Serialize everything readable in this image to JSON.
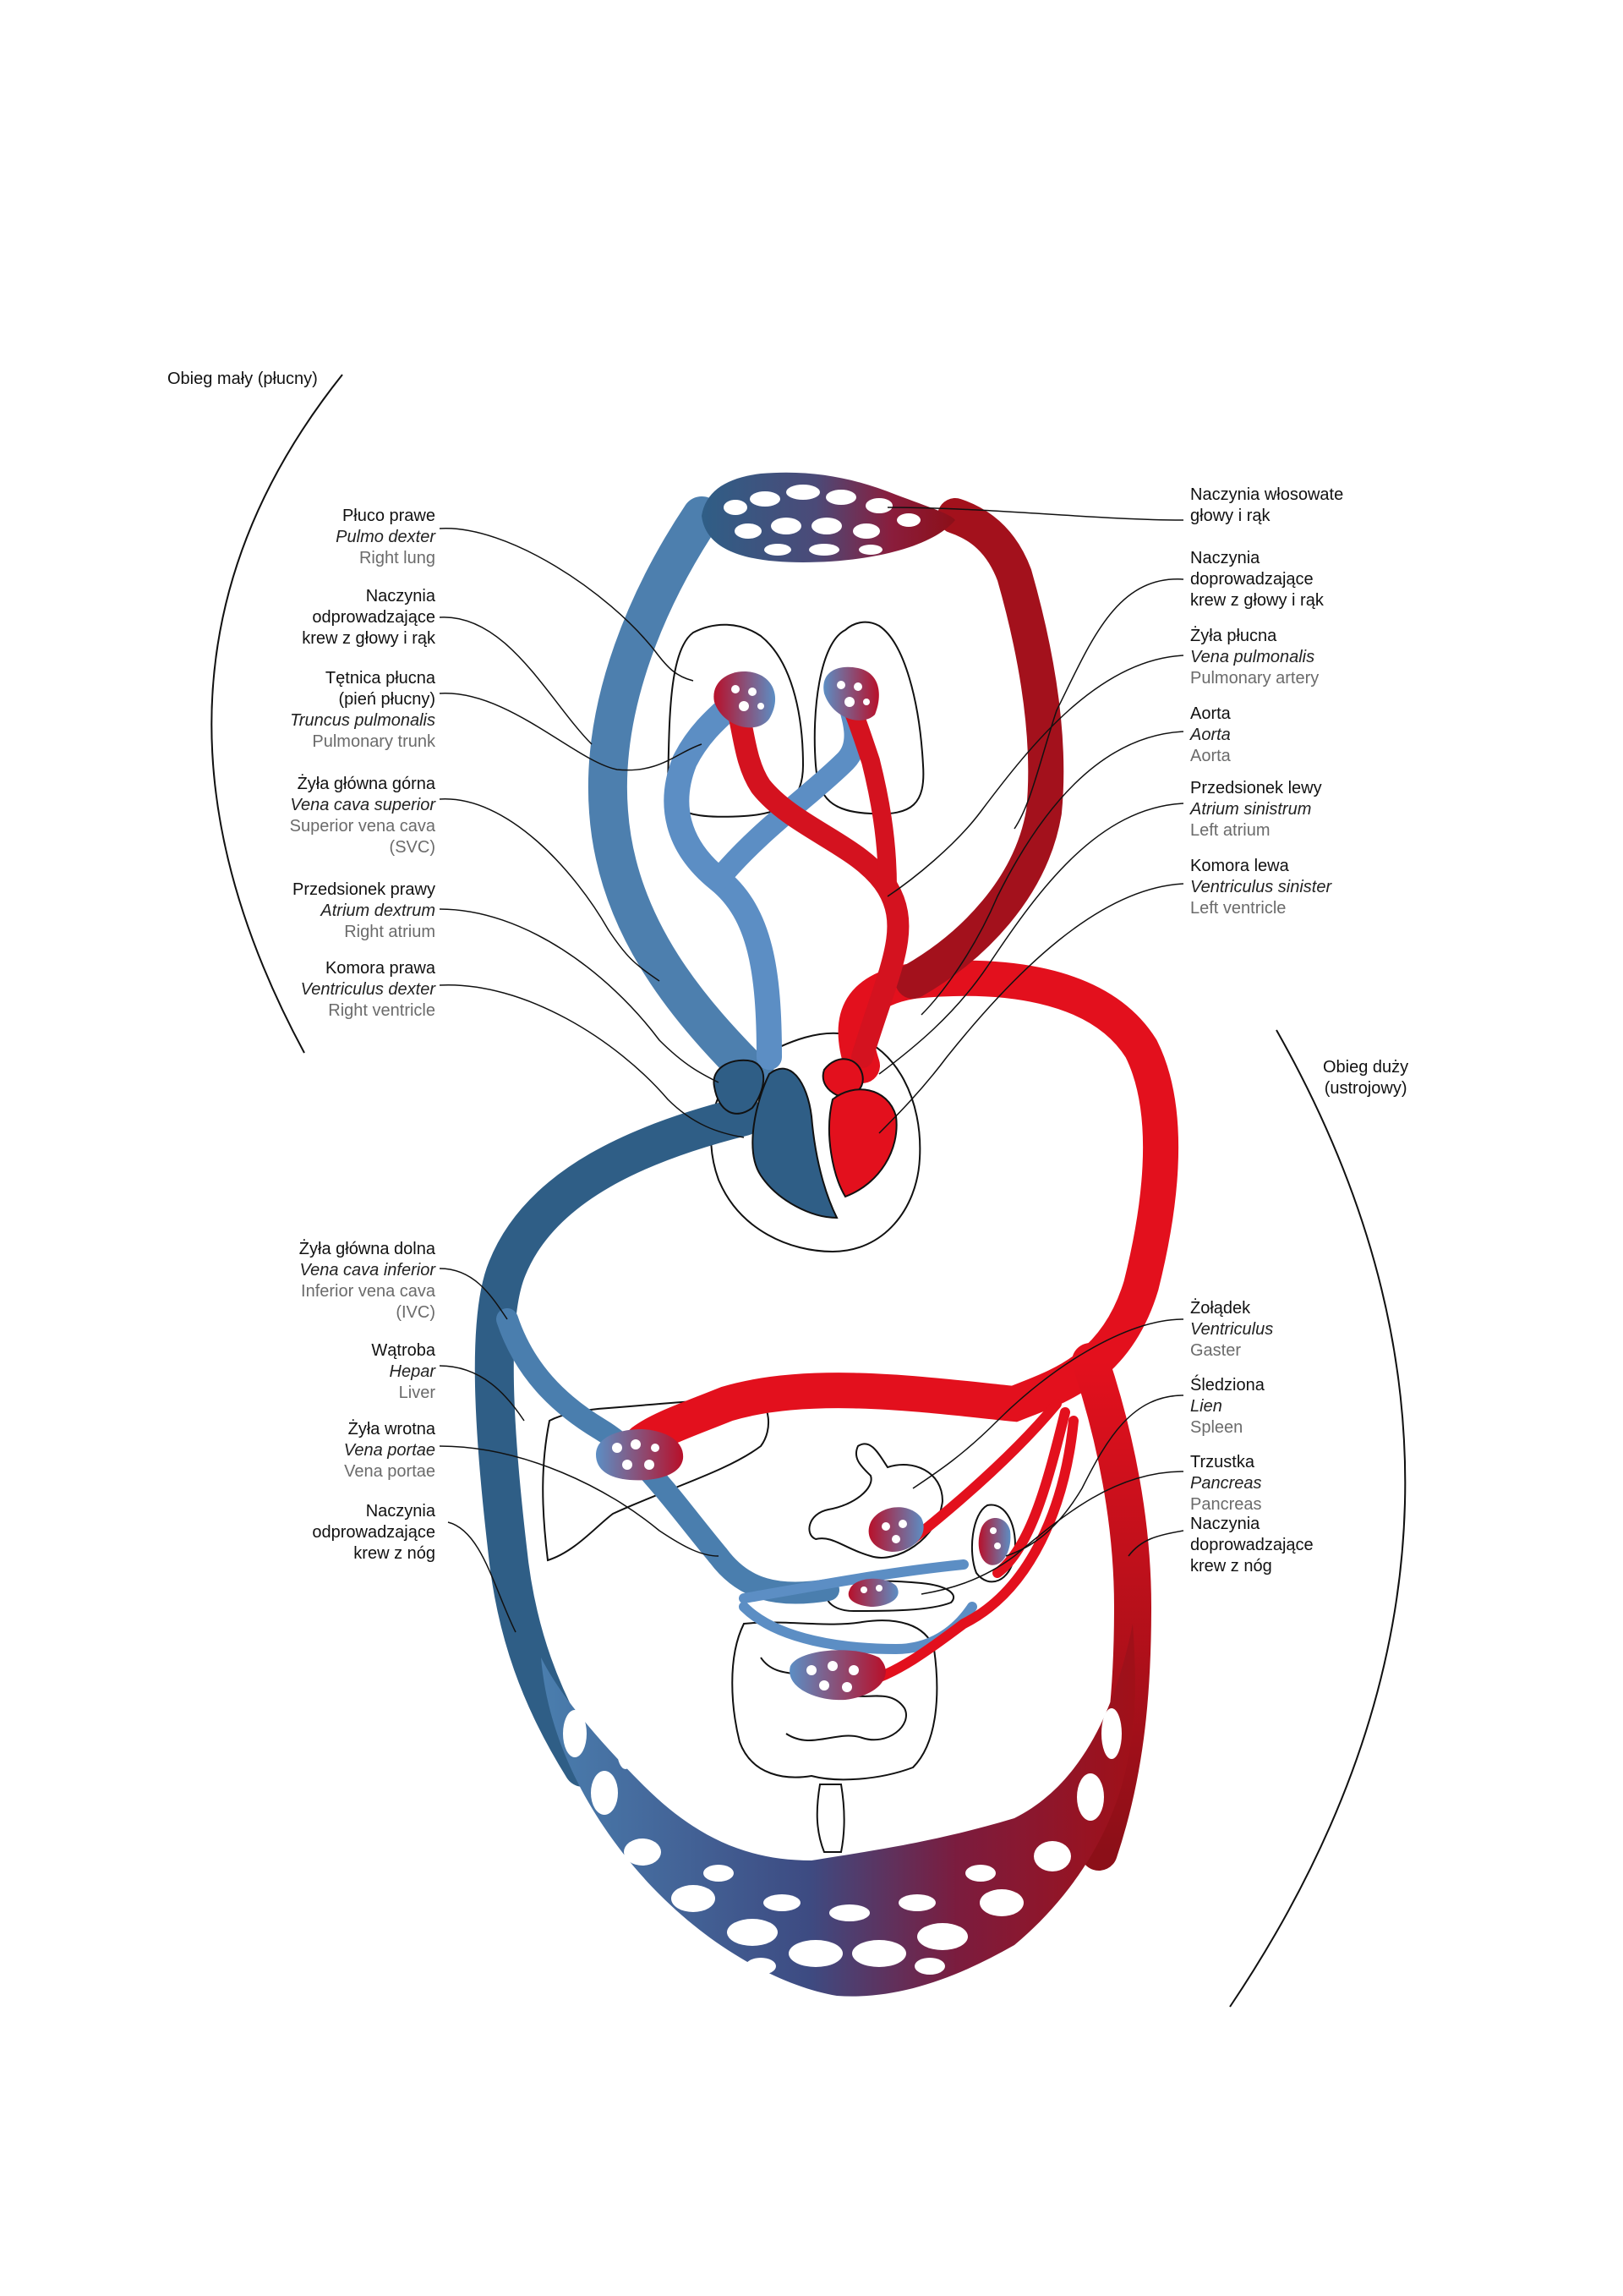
{
  "circuits": {
    "pulmonary": "Obieg mały (płucny)",
    "systemic": [
      "Obieg duży",
      "(ustrojowy)"
    ]
  },
  "labels_left": [
    {
      "id": "right-lung",
      "pl": [
        "Płuco prawe"
      ],
      "la": "Pulmo dexter",
      "en": [
        "Right lung"
      ]
    },
    {
      "id": "head-veins",
      "pl": [
        "Naczynia",
        "odprowadzające",
        "krew z głowy i rąk"
      ],
      "la": "",
      "en": []
    },
    {
      "id": "pulmonary-trunk",
      "pl": [
        "Tętnica płucna",
        "(pień płucny)"
      ],
      "la": "Truncus pulmonalis",
      "en": [
        "Pulmonary trunk"
      ]
    },
    {
      "id": "svc",
      "pl": [
        "Żyła główna górna"
      ],
      "la": "Vena cava superior",
      "en": [
        "Superior vena cava",
        "(SVC)"
      ]
    },
    {
      "id": "right-atrium",
      "pl": [
        "Przedsionek prawy"
      ],
      "la": "Atrium dextrum",
      "en": [
        "Right atrium"
      ]
    },
    {
      "id": "right-ventricle",
      "pl": [
        "Komora prawa"
      ],
      "la": "Ventriculus dexter",
      "en": [
        "Right ventricle"
      ]
    },
    {
      "id": "ivc",
      "pl": [
        "Żyła główna dolna"
      ],
      "la": "Vena cava inferior",
      "en": [
        "Inferior vena cava",
        "(IVC)"
      ]
    },
    {
      "id": "liver",
      "pl": [
        "Wątroba"
      ],
      "la": "Hepar",
      "en": [
        "Liver"
      ]
    },
    {
      "id": "portal-vein",
      "pl": [
        "Żyła wrotna"
      ],
      "la": "Vena portae",
      "en": [
        "Vena portae"
      ]
    },
    {
      "id": "leg-veins",
      "pl": [
        "Naczynia",
        "odprowadzające",
        "krew z nóg"
      ],
      "la": "",
      "en": []
    }
  ],
  "labels_right": [
    {
      "id": "head-capillaries",
      "pl": [
        "Naczynia włosowate",
        "głowy i rąk"
      ],
      "la": "",
      "en": []
    },
    {
      "id": "head-arteries",
      "pl": [
        "Naczynia",
        "doprowadzające",
        "krew z głowy i rąk"
      ],
      "la": "",
      "en": []
    },
    {
      "id": "pulmonary-vein",
      "pl": [
        "Żyła płucna"
      ],
      "la": "Vena pulmonalis",
      "en": [
        "Pulmonary artery"
      ]
    },
    {
      "id": "aorta",
      "pl": [
        "Aorta"
      ],
      "la": "Aorta",
      "en": [
        "Aorta"
      ]
    },
    {
      "id": "left-atrium",
      "pl": [
        "Przedsionek lewy"
      ],
      "la": "Atrium sinistrum",
      "en": [
        "Left atrium"
      ]
    },
    {
      "id": "left-ventricle",
      "pl": [
        "Komora lewa"
      ],
      "la": "Ventriculus sinister",
      "en": [
        "Left ventricle"
      ]
    },
    {
      "id": "stomach",
      "pl": [
        "Żołądek"
      ],
      "la": "Ventriculus",
      "en": [
        "Gaster"
      ]
    },
    {
      "id": "spleen",
      "pl": [
        "Śledziona"
      ],
      "la": "Lien",
      "en": [
        "Spleen"
      ]
    },
    {
      "id": "pancreas",
      "pl": [
        "Trzustka"
      ],
      "la": "Pancreas",
      "en": [
        "Pancreas"
      ]
    },
    {
      "id": "leg-arteries",
      "pl": [
        "Naczynia",
        "doprowadzające",
        "krew z nóg"
      ],
      "la": "",
      "en": []
    }
  ],
  "colors": {
    "deoxygenated": "#2f5e86",
    "deoxygenated_light": "#5c8ec4",
    "oxygenated": "#e3101d",
    "oxygenated_dark": "#8c0f18",
    "outline": "#111111",
    "latin": "#222222",
    "english": "#6b6b6b"
  }
}
